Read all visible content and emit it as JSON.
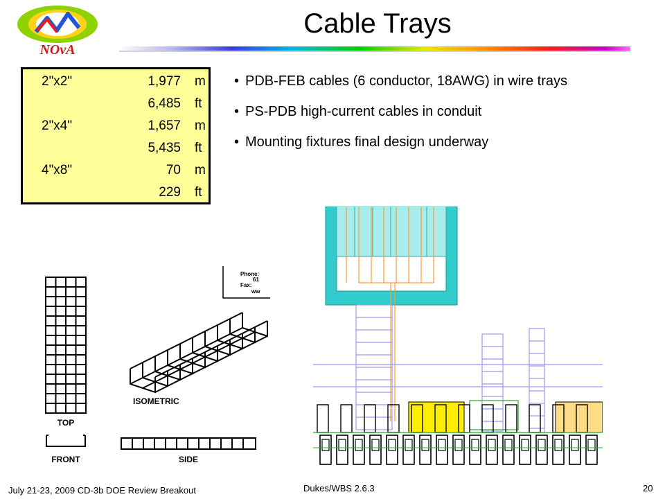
{
  "title": "Cable Trays",
  "tray_lengths": [
    {
      "size": "2\"x2\"",
      "value": "1,977",
      "unit": "m"
    },
    {
      "size": "",
      "value": "6,485",
      "unit": "ft"
    },
    {
      "size": "2\"x4\"",
      "value": "1,657",
      "unit": "m"
    },
    {
      "size": "",
      "value": "5,435",
      "unit": "ft"
    },
    {
      "size": "4\"x8\"",
      "value": "70",
      "unit": "m"
    },
    {
      "size": "",
      "value": "229",
      "unit": "ft"
    }
  ],
  "bullets": [
    "PDB-FEB cables (6 conductor, 18AWG) in wire trays",
    "PS-PDB high-current cables in conduit",
    "Mounting fixtures final design underway"
  ],
  "drawing_labels": {
    "top": "TOP",
    "front": "FRONT",
    "side": "SIDE",
    "isometric": "ISOMETRIC",
    "phone": "Phone:",
    "fax": "Fax:",
    "phone_num": "61",
    "web": "ww"
  },
  "logo_text": "NOvA",
  "footer": {
    "left": "July 21-23, 2009 CD-3b DOE Review Breakout",
    "center": "Dukes/WBS 2.6.3",
    "page": "20"
  },
  "colors": {
    "table_fill": "#ffff99",
    "cad_cyan": "#33cccc",
    "cad_orange": "#ff9933",
    "cad_purple": "#9999ee",
    "cad_yellow": "#ffee00"
  }
}
